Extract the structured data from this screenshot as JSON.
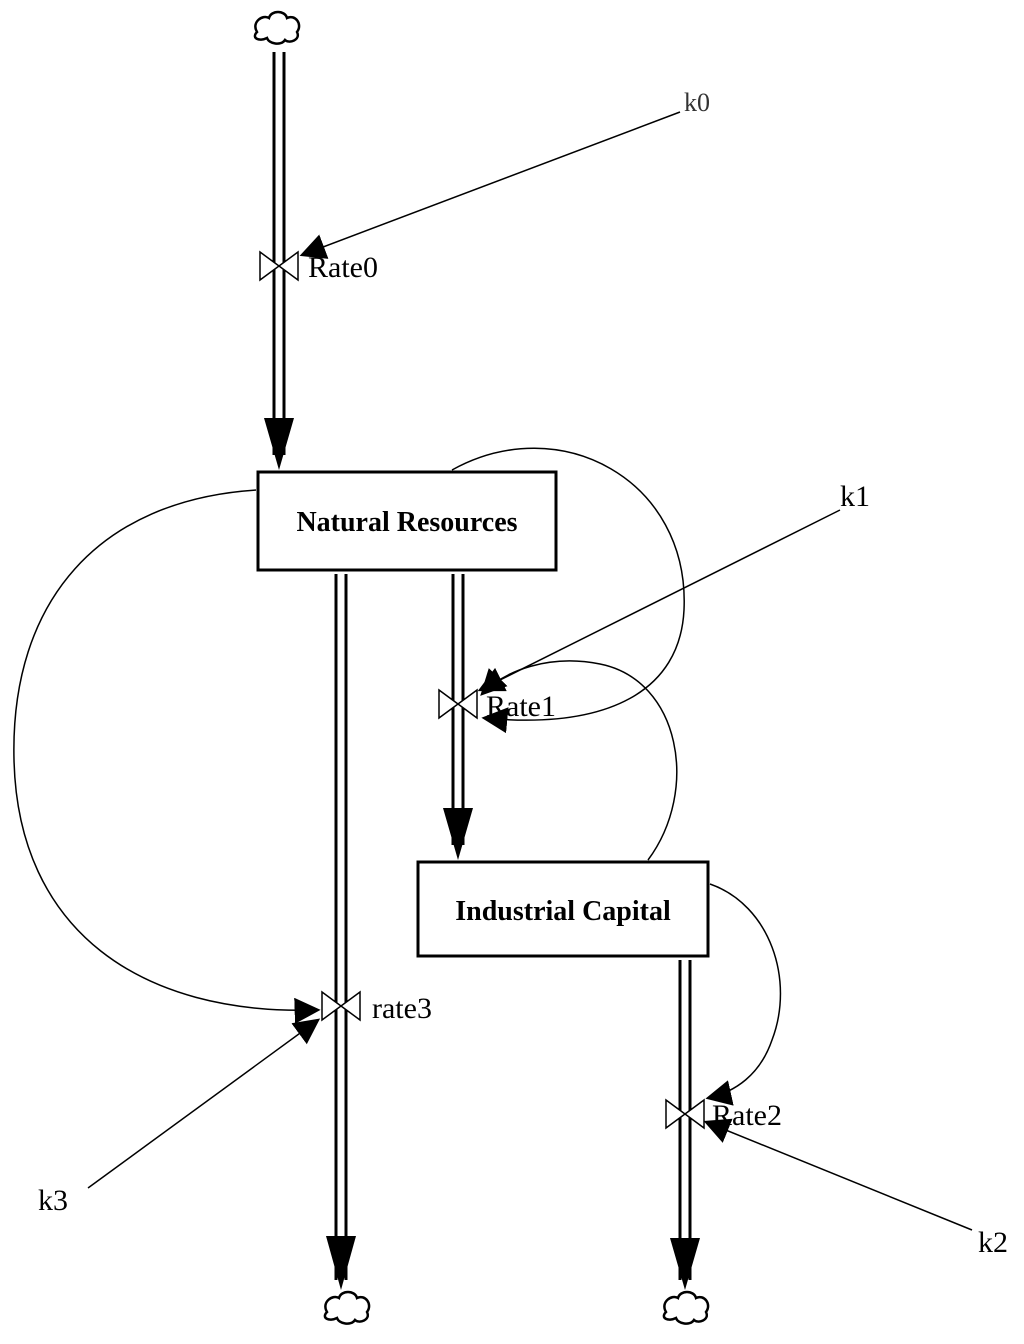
{
  "stocks": {
    "natural_resources": "Natural Resources",
    "industrial_capital": "Industrial Capital"
  },
  "rates": {
    "rate0": "Rate0",
    "rate1": "Rate1",
    "rate2": "Rate2",
    "rate3": "rate3"
  },
  "constants": {
    "k0": "k0",
    "k1": "k1",
    "k2": "k2",
    "k3": "k3"
  },
  "icons": {
    "source_sink": "cloud-icon",
    "flow_valve": "valve-icon"
  },
  "colors": {
    "line": "#000000",
    "background": "#ffffff"
  }
}
